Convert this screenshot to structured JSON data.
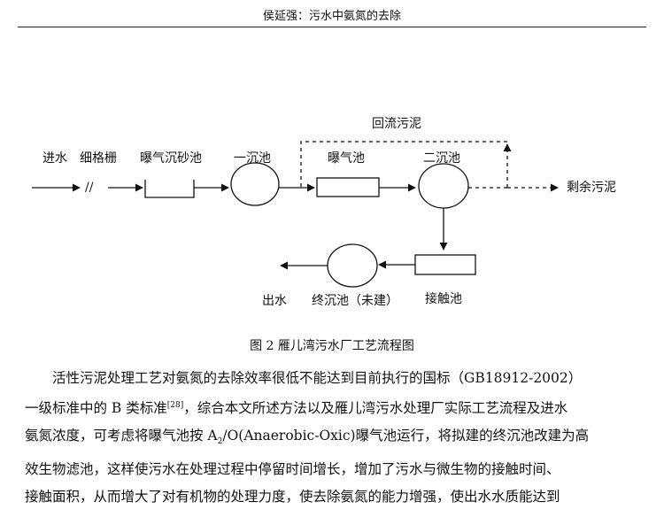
{
  "header": {
    "title": "侯延强：污水中氨氮的去除"
  },
  "diagram": {
    "labels": {
      "inflow": "进水",
      "fine_screen": "细格栅",
      "grit_chamber": "曝气沉砂池",
      "primary_clarifier": "一沉池",
      "aeration_tank": "曝气池",
      "secondary_clarifier": "二沉池",
      "return_sludge": "回流污泥",
      "excess_sludge": "剩余污泥",
      "contact_tank": "接触池",
      "final_clarifier": "终沉池（未建）",
      "outflow": "出水",
      "screen_symbol": "//"
    },
    "caption": "图 2   雁儿湾污水厂工艺流程图"
  },
  "body": {
    "line1": "活性污泥处理工艺对氨氮的去除效率很低不能达到目前执行的国标（GB18912-2002）",
    "line2_pre": "一级标准中的 B 类标准",
    "ref": "[28]",
    "line2_post": "，综合本文所述方法以及雁儿湾污水处理厂实际工艺流程及进水",
    "line3_pre": "氨氮浓度，可考虑将曝气池按 A",
    "sub": "2",
    "line3_post": "/O(Anaerobic-Oxic)曝气池运行，将拟建的终沉池改建为高",
    "line4": "效生物滤池，这样使污水在处理过程中停留时间增长，增加了污水与微生物的接触时间、",
    "line5": "接触面积，从而增大了对有机物的处理力度，使去除氨氮的能力增强，使出水水质能达到"
  }
}
